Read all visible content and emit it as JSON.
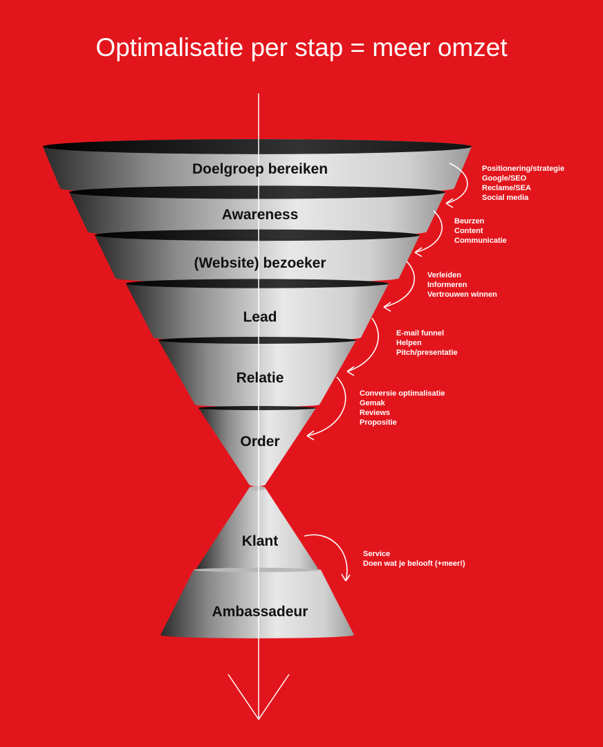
{
  "title": "Optimalisatie per stap = meer omzet",
  "stages": [
    {
      "label": "Doelgroep bereiken"
    },
    {
      "label": "Awareness"
    },
    {
      "label": "(Website) bezoeker"
    },
    {
      "label": "Lead"
    },
    {
      "label": "Relatie"
    },
    {
      "label": "Order"
    },
    {
      "label": "Klant"
    },
    {
      "label": "Ambassadeur"
    }
  ],
  "notes": [
    [
      "Positionering/strategie",
      "Google/SEO",
      "Reclame/SEA",
      "Social media"
    ],
    [
      "Beurzen",
      "Content",
      "Communicatie"
    ],
    [
      "Verleiden",
      "Informeren",
      "Vertrouwen winnen"
    ],
    [
      "E-mail funnel",
      "Helpen",
      "Pitch/presentatie"
    ],
    [
      "Conversie optimalisatie",
      "Gemak",
      "Reviews",
      "Propositie"
    ],
    [
      "Service",
      "Doen wat je belooft (+meer!)"
    ]
  ],
  "colors": {
    "background": "#e3151c",
    "text": "#ffffff"
  }
}
